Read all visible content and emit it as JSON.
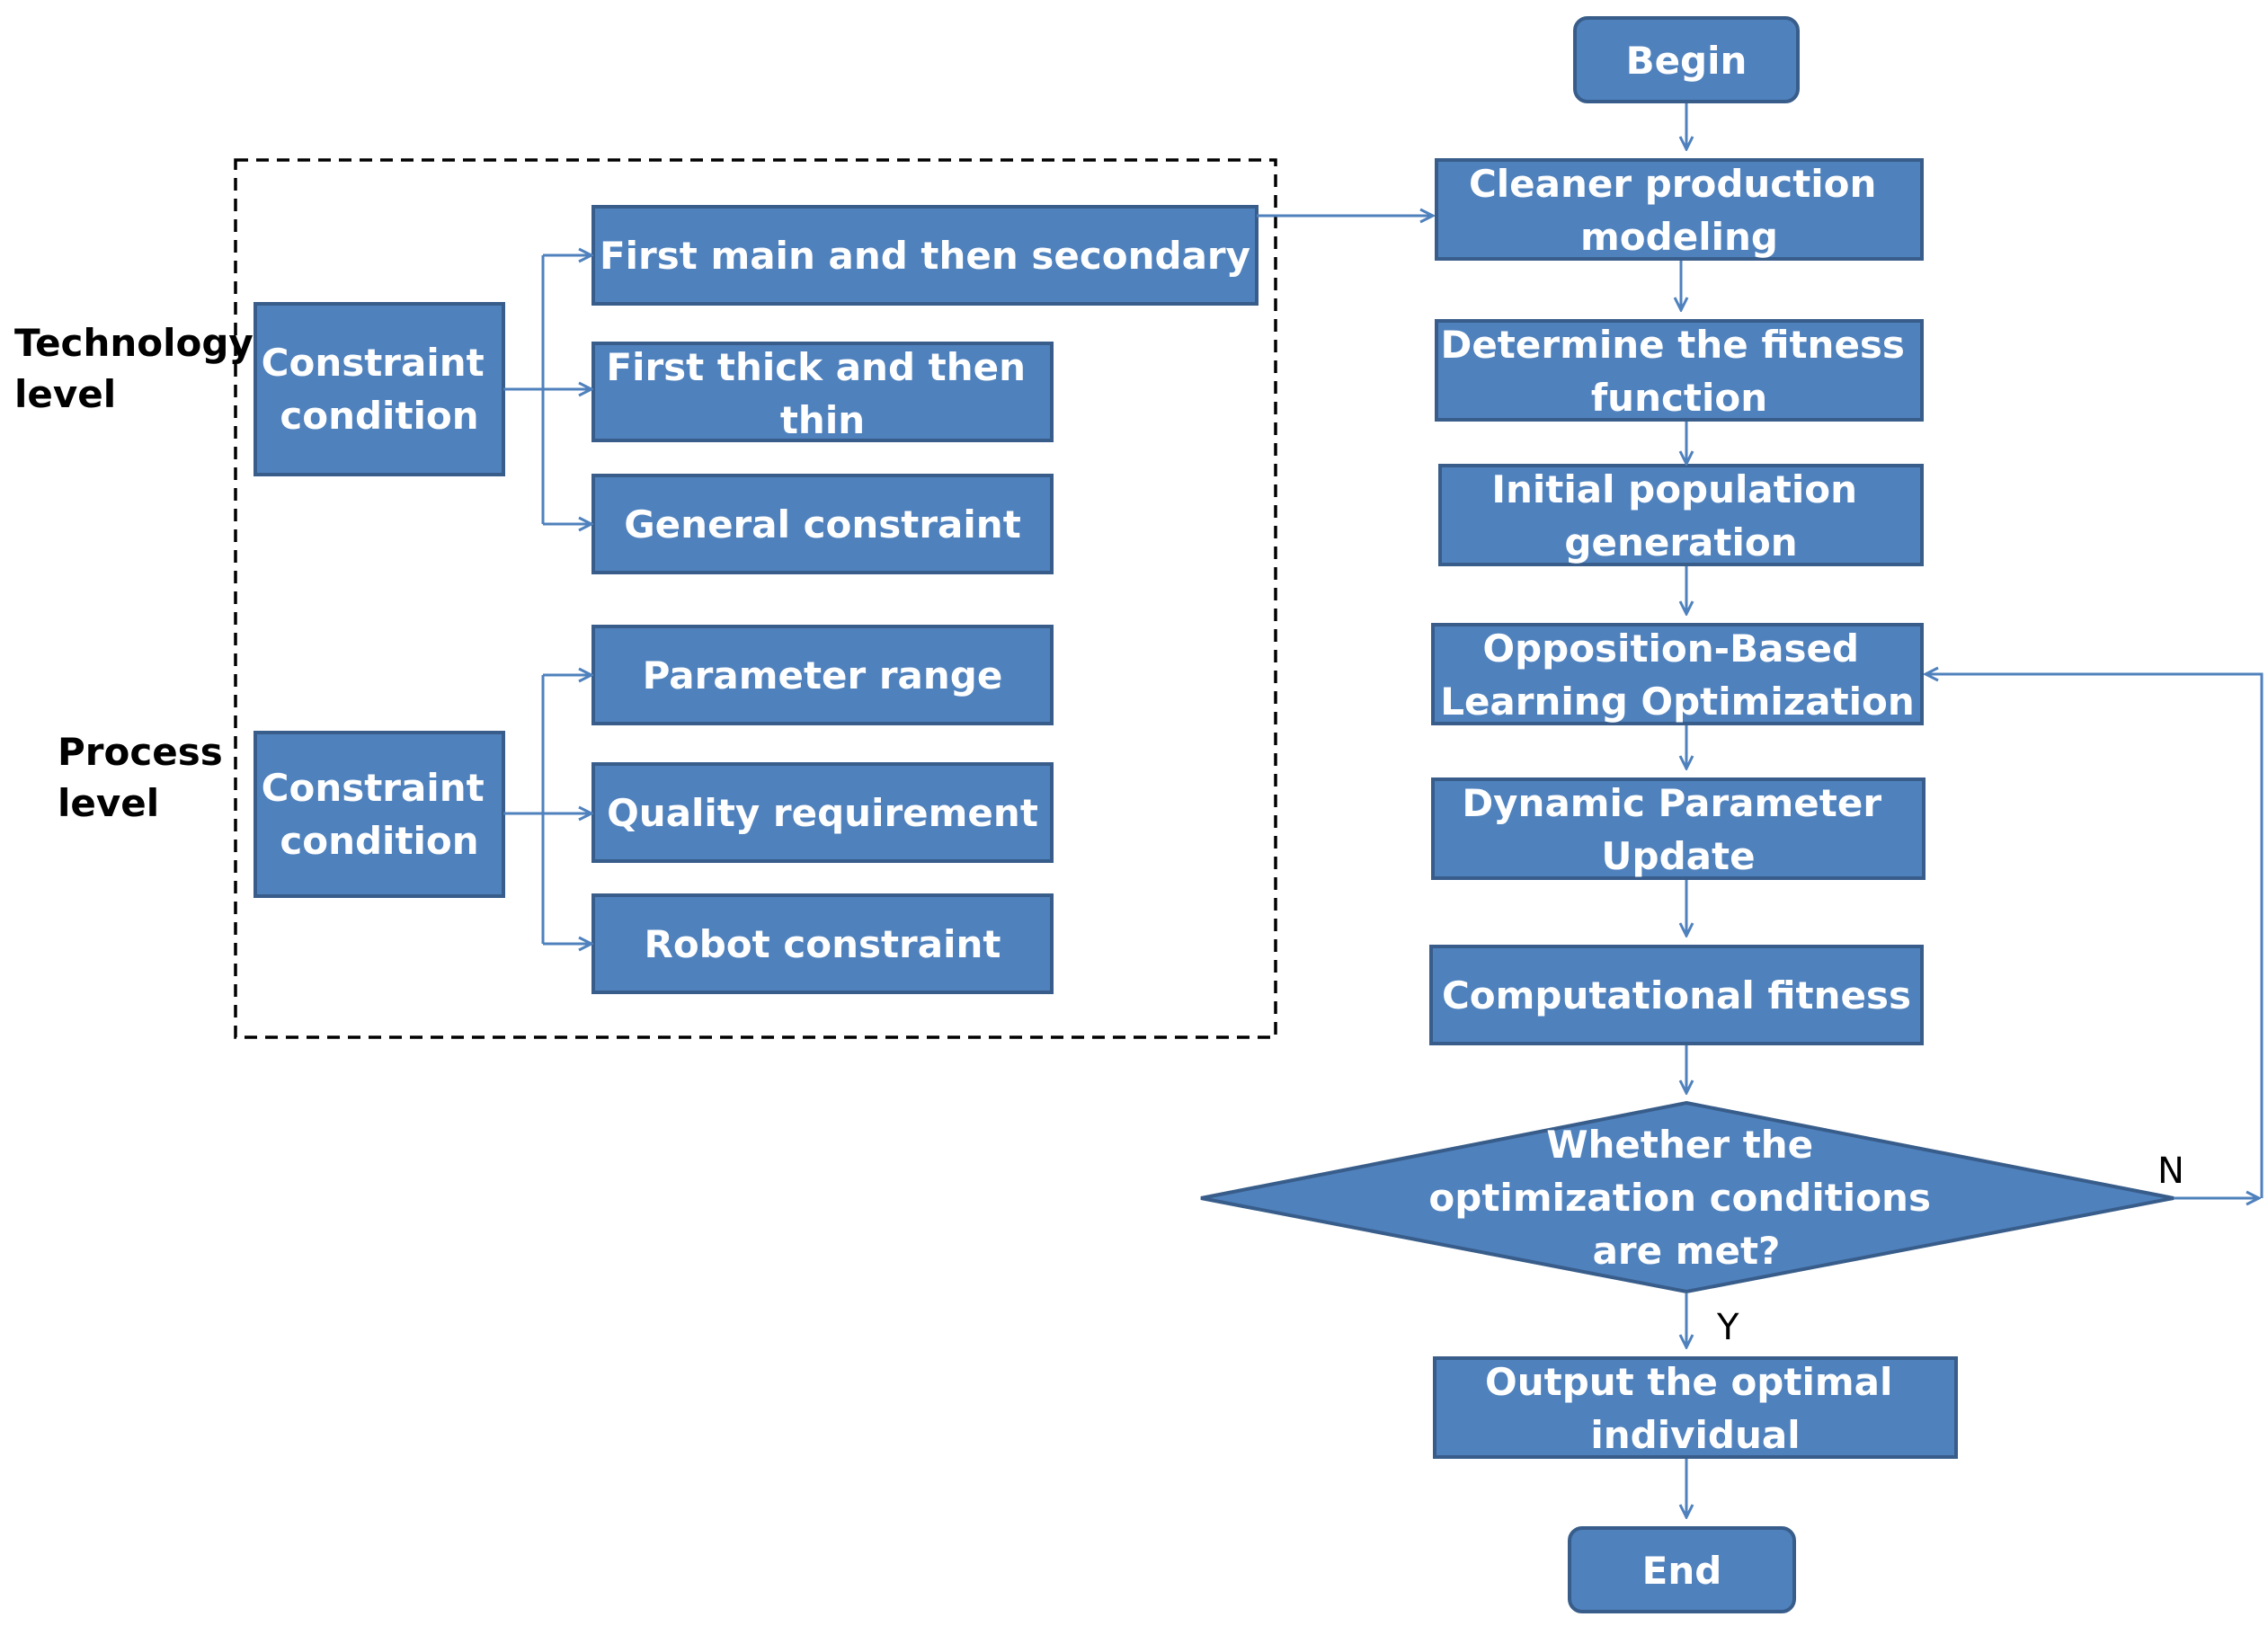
{
  "side_labels": {
    "technology": [
      "Technology",
      "level"
    ],
    "process": [
      "Process",
      "level"
    ]
  },
  "constraints": {
    "technology_root": [
      "Constraint",
      "condition"
    ],
    "technology_items": [
      [
        "First main and then secondary"
      ],
      [
        "First thick and then",
        "thin"
      ],
      [
        "General constraint"
      ]
    ],
    "process_root": [
      "Constraint",
      "condition"
    ],
    "process_items": [
      [
        "Parameter range"
      ],
      [
        "Quality requirement"
      ],
      [
        "Robot constraint"
      ]
    ]
  },
  "flow": {
    "begin": [
      "Begin"
    ],
    "cleaner": [
      "Cleaner production",
      "modeling"
    ],
    "fitness_fn": [
      "Determine the fitness",
      "function"
    ],
    "init_pop": [
      "Initial population",
      "generation"
    ],
    "obl": [
      "Opposition-Based",
      "Learning Optimization"
    ],
    "dyn": [
      "Dynamic Parameter",
      "Update"
    ],
    "comp": [
      "Computational fitness"
    ],
    "decision": [
      "Whether the",
      "optimization conditions",
      "are met?"
    ],
    "output": [
      "Output the optimal",
      "individual"
    ],
    "end": [
      "End"
    ],
    "yes_label": "Y",
    "no_label": "N"
  },
  "colors": {
    "box_fill": "#4f81bd",
    "box_stroke": "#385d8a",
    "connector": "#4f81bd"
  }
}
